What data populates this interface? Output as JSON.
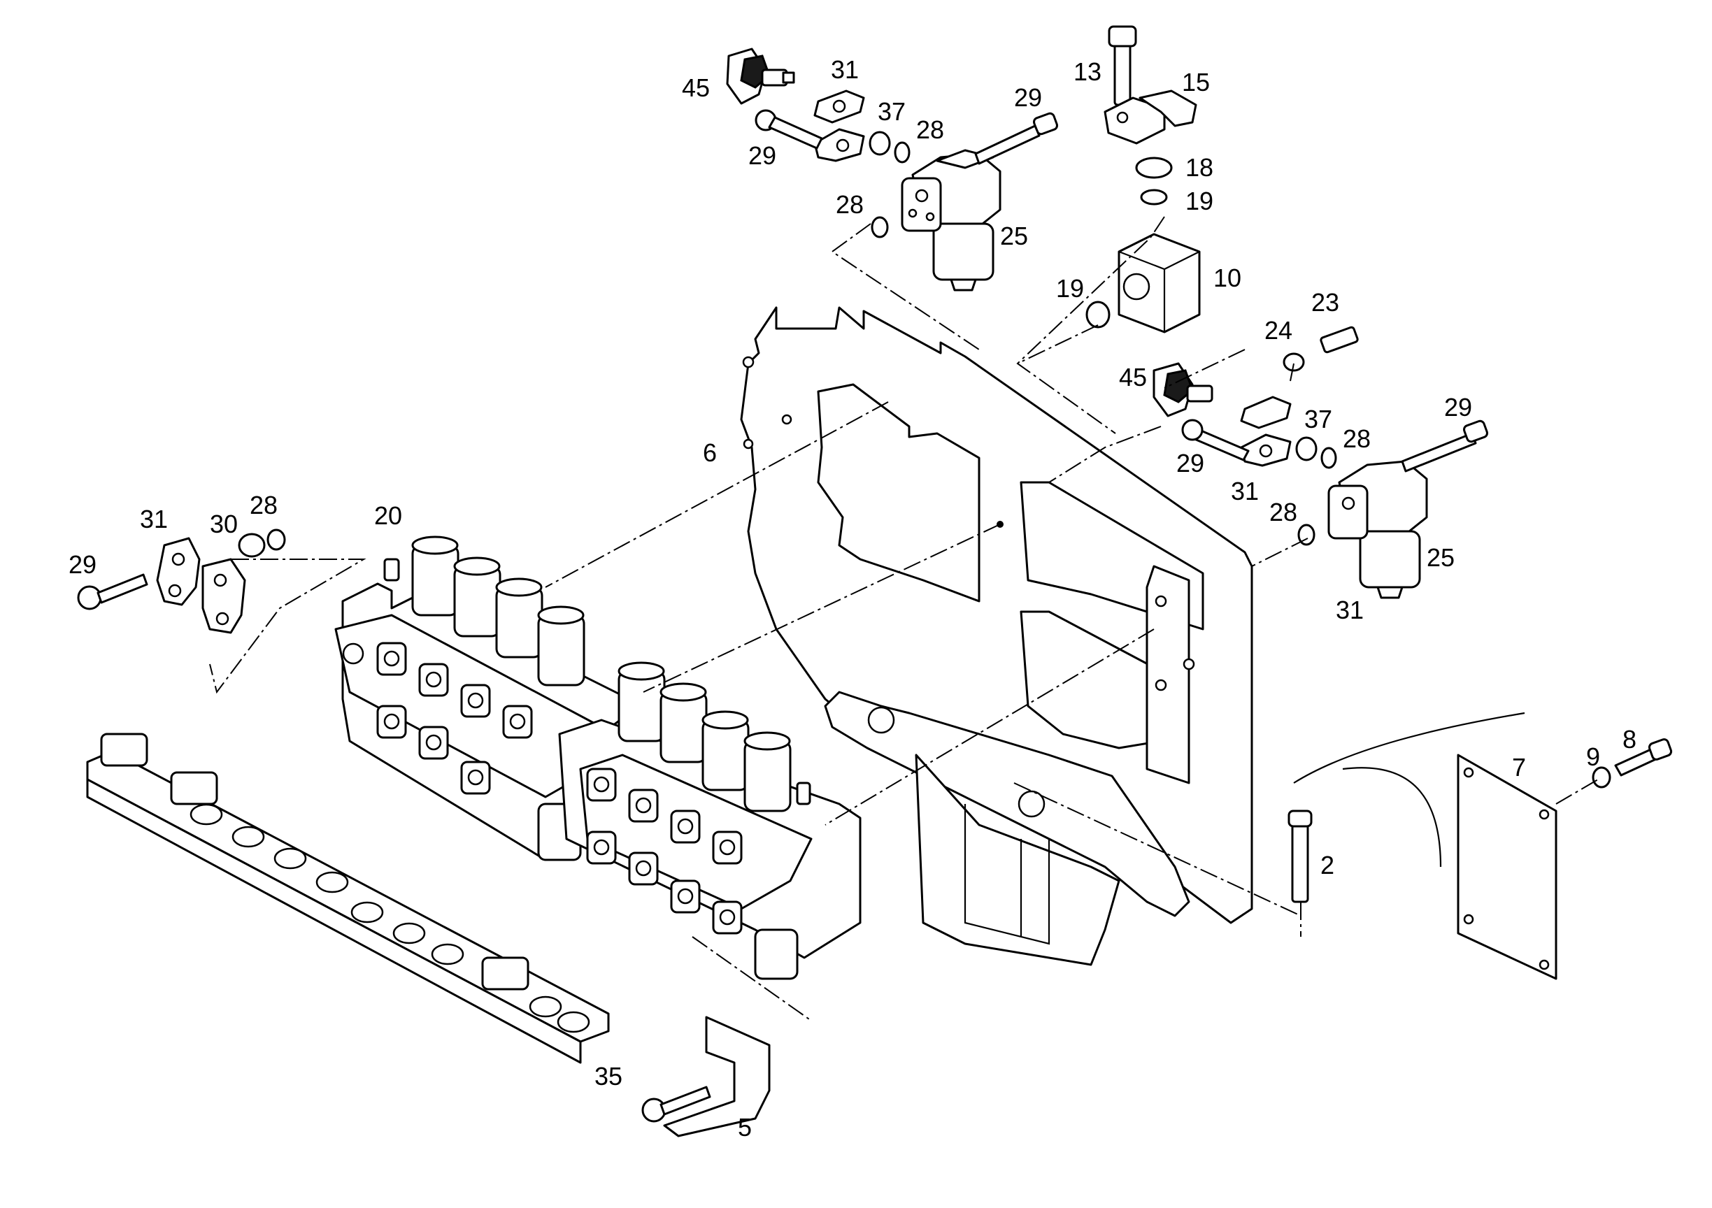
{
  "figure": {
    "callouts": {
      "c45a": "45",
      "c31a": "31",
      "c29a": "29",
      "c37a": "37",
      "c28a": "28",
      "c29b": "29",
      "c28b": "28",
      "c25a": "25",
      "c13": "13",
      "c15": "15",
      "c18": "18",
      "c19a": "19",
      "c10": "10",
      "c19b": "19",
      "c23": "23",
      "c24": "24",
      "c45b": "45",
      "c37b": "37",
      "c29c": "29",
      "c28c": "28",
      "c29d": "29",
      "c31b": "31",
      "c28d": "28",
      "c25b": "25",
      "c31c": "31",
      "c6": "6",
      "c31d": "31",
      "c30": "30",
      "c28e": "28",
      "c20": "20",
      "c29e": "29",
      "c7": "7",
      "c9": "9",
      "c8": "8",
      "c2": "2",
      "c35": "35",
      "c5": "5"
    }
  }
}
